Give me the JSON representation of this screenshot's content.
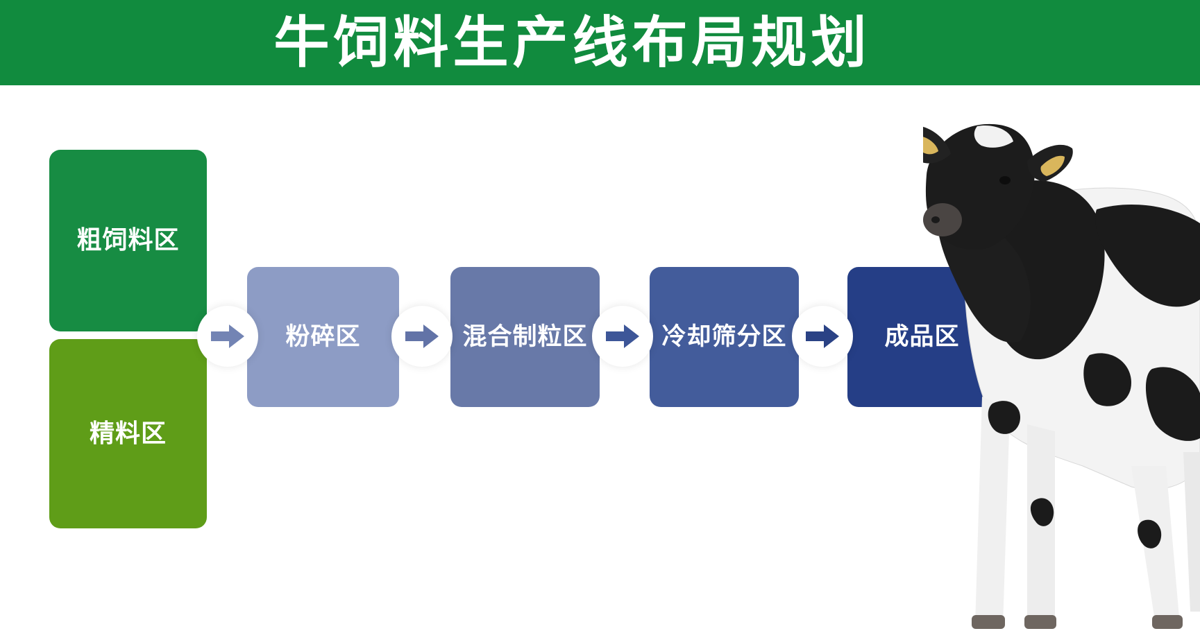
{
  "header": {
    "title": "牛饲料生产线布局规划"
  },
  "sources": [
    {
      "label": "粗饲料区",
      "color": "#178c43"
    },
    {
      "label": "精料区",
      "color": "#5f9d18"
    }
  ],
  "stages": [
    {
      "label": "粉碎区",
      "color": "#8d9cc5"
    },
    {
      "label": "混合制粒区",
      "color": "#6879a8"
    },
    {
      "label": "冷却筛分区",
      "color": "#435c9b"
    },
    {
      "label": "成品区",
      "color": "#253e86"
    }
  ],
  "arrow_colors": [
    "#7384b4",
    "#6273a7",
    "#3d5698",
    "#2a4285"
  ],
  "icons": {
    "arrow": "arrow-right-icon",
    "illustration": "holstein-cow-illustration"
  }
}
